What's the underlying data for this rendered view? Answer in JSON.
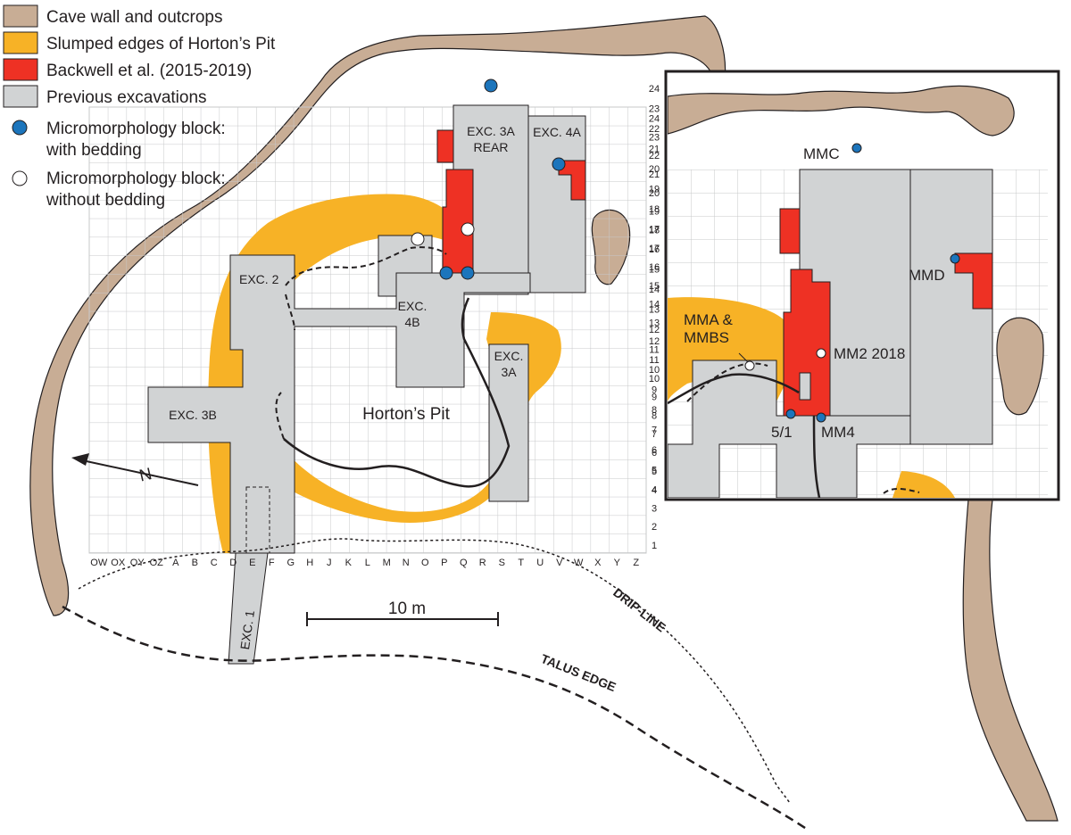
{
  "legend": {
    "items": [
      {
        "label": "Cave wall and outcrops",
        "color": "#c8ad95"
      },
      {
        "label": "Slumped edges of Horton’s Pit",
        "color": "#f7b226"
      },
      {
        "label": "Backwell et al. (2015-2019)",
        "color": "#ee3124"
      },
      {
        "label": "Previous excavations",
        "color": "#d1d3d4"
      }
    ],
    "with_bedding_line1": "Micromorphology block:",
    "with_bedding_line2": "with bedding",
    "without_bedding_line1": "Micromorphology block:",
    "without_bedding_line2": "without bedding",
    "blue_color": "#1c75bc"
  },
  "main": {
    "exc2": "EXC. 2",
    "exc3a_rear_line1": "EXC. 3A",
    "exc3a_rear_line2": "REAR",
    "exc4a": "EXC. 4A",
    "exc4b_line1": "EXC.",
    "exc4b_line2": "4B",
    "exc3a_line1": "EXC.",
    "exc3a_line2": "3A",
    "exc3b": "EXC. 3B",
    "exc1": "EXC. 1",
    "pit": "Horton’s Pit",
    "scale": "10 m",
    "drip_line": "DRIP-LINE",
    "talus_edge": "TALUS EDGE",
    "north": "N"
  },
  "grid": {
    "columns": [
      "OW",
      "OX",
      "OY",
      "OZ",
      "A",
      "B",
      "C",
      "D",
      "E",
      "F",
      "G",
      "H",
      "J",
      "K",
      "L",
      "M",
      "N",
      "O",
      "P",
      "Q",
      "R",
      "S",
      "T",
      "U",
      "V",
      "W",
      "X",
      "Y",
      "Z"
    ],
    "rows": [
      "1",
      "2",
      "3",
      "4",
      "5",
      "6",
      "7",
      "8",
      "9",
      "10",
      "11",
      "12",
      "13",
      "14",
      "15",
      "16",
      "17",
      "18",
      "19",
      "20",
      "21",
      "22",
      "23",
      "24"
    ]
  },
  "inset": {
    "mmc": "MMC",
    "mmd": "MMD",
    "mma_line1": "MMA &",
    "mma_line2": "MMBS",
    "mm2": "MM2 2018",
    "s51": "5/1",
    "mm4": "MM4",
    "rows": [
      "4",
      "5",
      "6",
      "7",
      "8",
      "9",
      "10",
      "11",
      "12",
      "13",
      "14",
      "15",
      "16",
      "17",
      "18",
      "19",
      "20",
      "21",
      "22",
      "23",
      "24"
    ]
  }
}
